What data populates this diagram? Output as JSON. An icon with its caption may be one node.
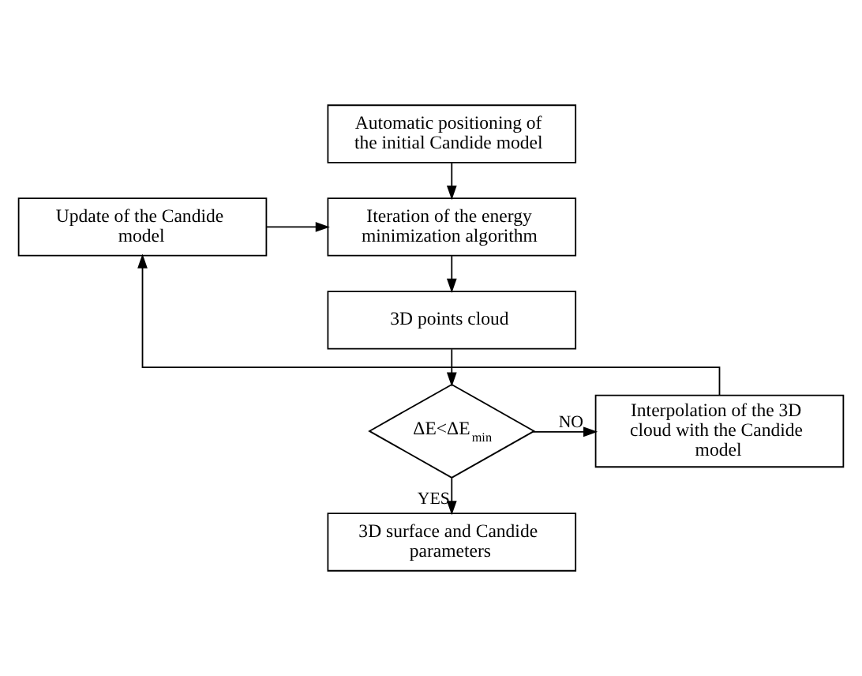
{
  "diagram": {
    "nodes": [
      {
        "text": [
          "Automatic positioning of the initial Candide model"
        ]
      },
      {
        "text": [
          "Update of the Candide model"
        ]
      },
      {
        "text": [
          "Iteration of the energy minimization algorithm"
        ]
      },
      {
        "text": [
          "3D points cloud"
        ]
      },
      {
        "text": [
          "ΔE<ΔE$_{min}$"
        ]
      },
      {
        "text": [
          "Interpolation of the 3D cloud with the Candide model"
        ]
      },
      {
        "text": [
          "3D surface and Candide parameters"
        ]
      }
    ],
    "edges": [
      {
        "from": 0,
        "to": 2,
        "arrow": "to"
      },
      {
        "from": 1,
        "to": 2,
        "arrow": "to"
      },
      {
        "from": 2,
        "to": 3,
        "arrow": "to"
      },
      {
        "from": 3,
        "to": 4,
        "arrow": "to"
      },
      {
        "from": 4,
        "to": 5,
        "arrow": "to",
        "label": "NO"
      },
      {
        "from": 4,
        "to": 6,
        "arrow": "to",
        "label": "YES"
      },
      {
        "from": 5,
        "to": 1,
        "arrow": "to"
      }
    ]
  }
}
